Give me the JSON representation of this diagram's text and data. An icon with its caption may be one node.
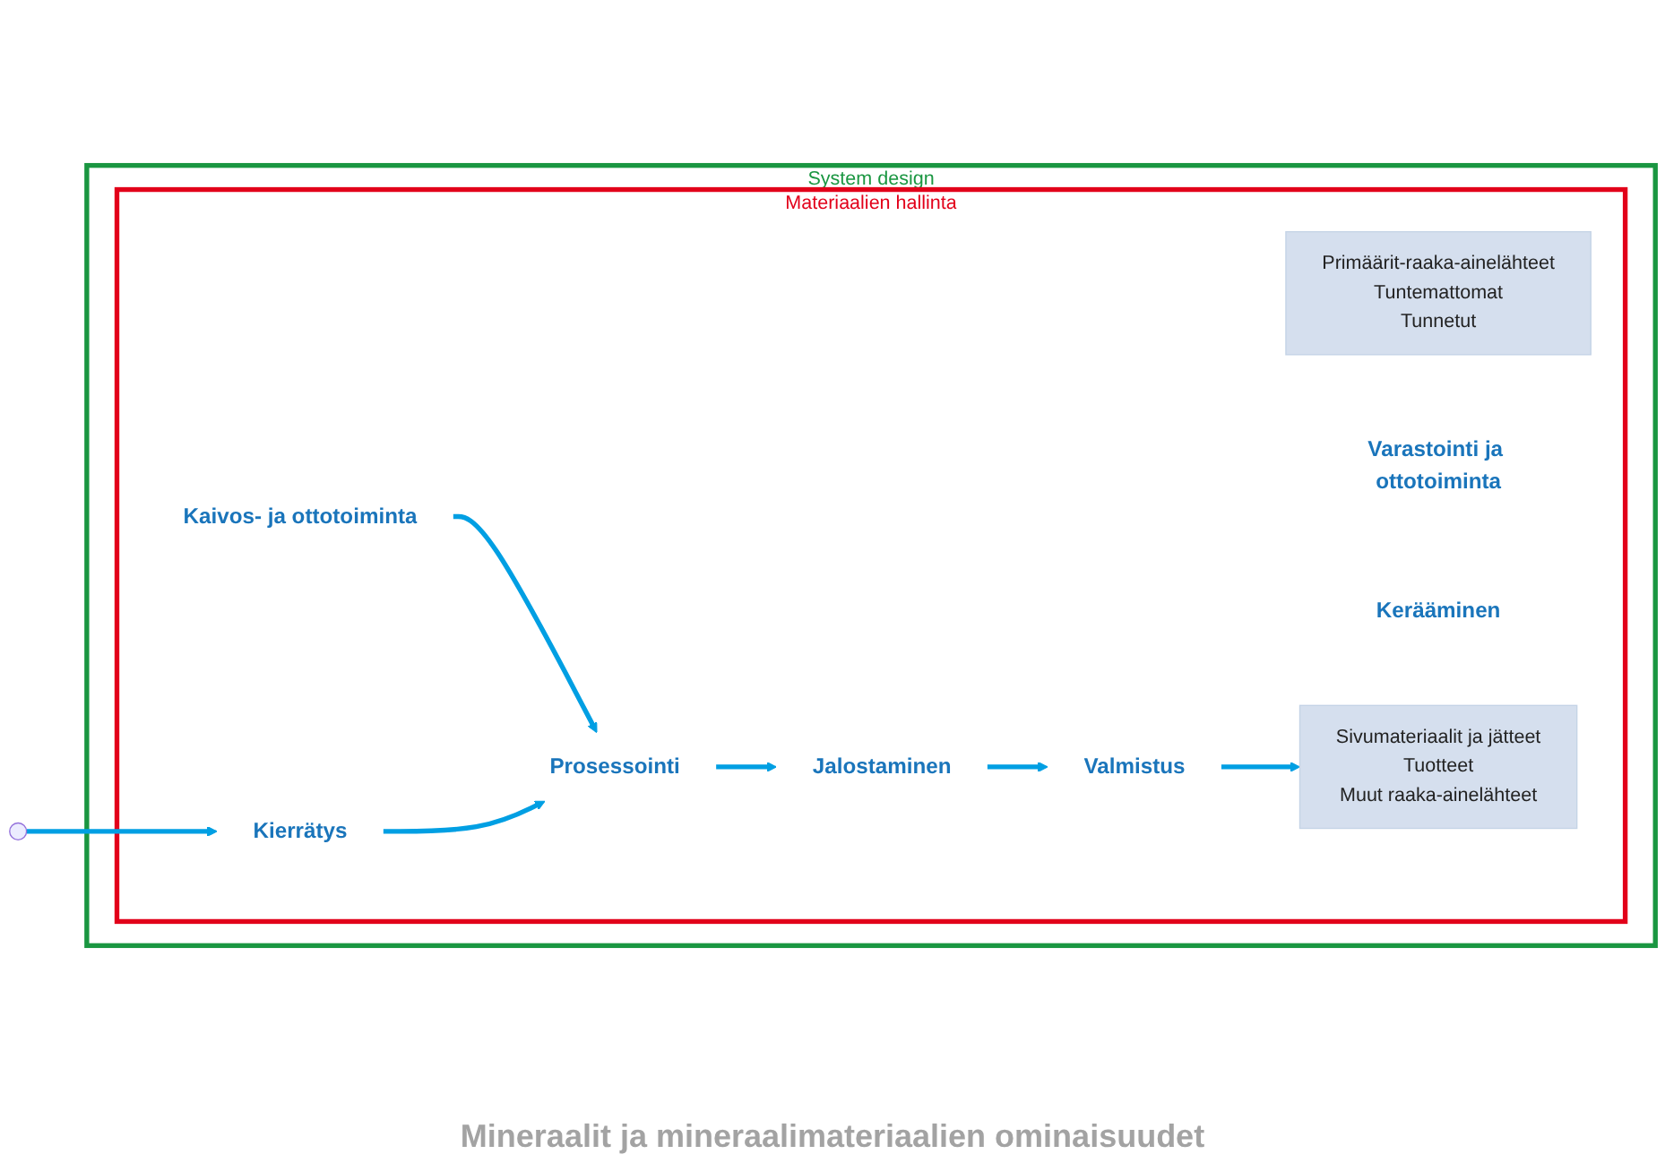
{
  "diagram": {
    "nodes": [
      {
        "text": [
          "System design"
        ]
      },
      {
        "text": [
          "Materiaalien hallinta"
        ],
        "in": 0
      },
      {
        "text": [
          "Primäärit-raaka-ainelähteet",
          "Tuntemattomat",
          "Tunnetut"
        ],
        "in": 1
      },
      {
        "text": [
          "Kaivos- ja ottotoiminta"
        ],
        "in": 1
      },
      {
        "text": [
          "Prosessointi"
        ],
        "in": 1
      },
      {
        "text": [
          "Kierrätys"
        ],
        "in": 1
      },
      {
        "text": [
          "Jalostaminen"
        ],
        "in": 1
      },
      {
        "text": [
          "Varastointi ja ottotoiminta"
        ],
        "in": 1
      },
      {
        "text": [
          "Kerääminen"
        ],
        "in": 1
      },
      {
        "text": [
          "Sivumateriaalit ja jätteet",
          "Tuotteet",
          "Muut raaka-ainelähteet"
        ],
        "in": 1
      },
      {
        "text": [
          "Valmistus"
        ],
        "in": 1
      }
    ],
    "edges": [
      {
        "from": 3,
        "to": 4,
        "arrow": "to"
      },
      {
        "from": 5,
        "to": 4,
        "arrow": "to"
      },
      {
        "from": 4,
        "to": 6,
        "arrow": "to"
      },
      {
        "from": 6,
        "to": 10,
        "arrow": "to"
      },
      {
        "from": 10,
        "to": 9,
        "arrow": "to"
      },
      {
        "from": null,
        "to": 5,
        "arrow": "to"
      }
    ],
    "labels": [
      "Mineraalit ja mineraalimateriaalien ominaisuudet"
    ]
  }
}
